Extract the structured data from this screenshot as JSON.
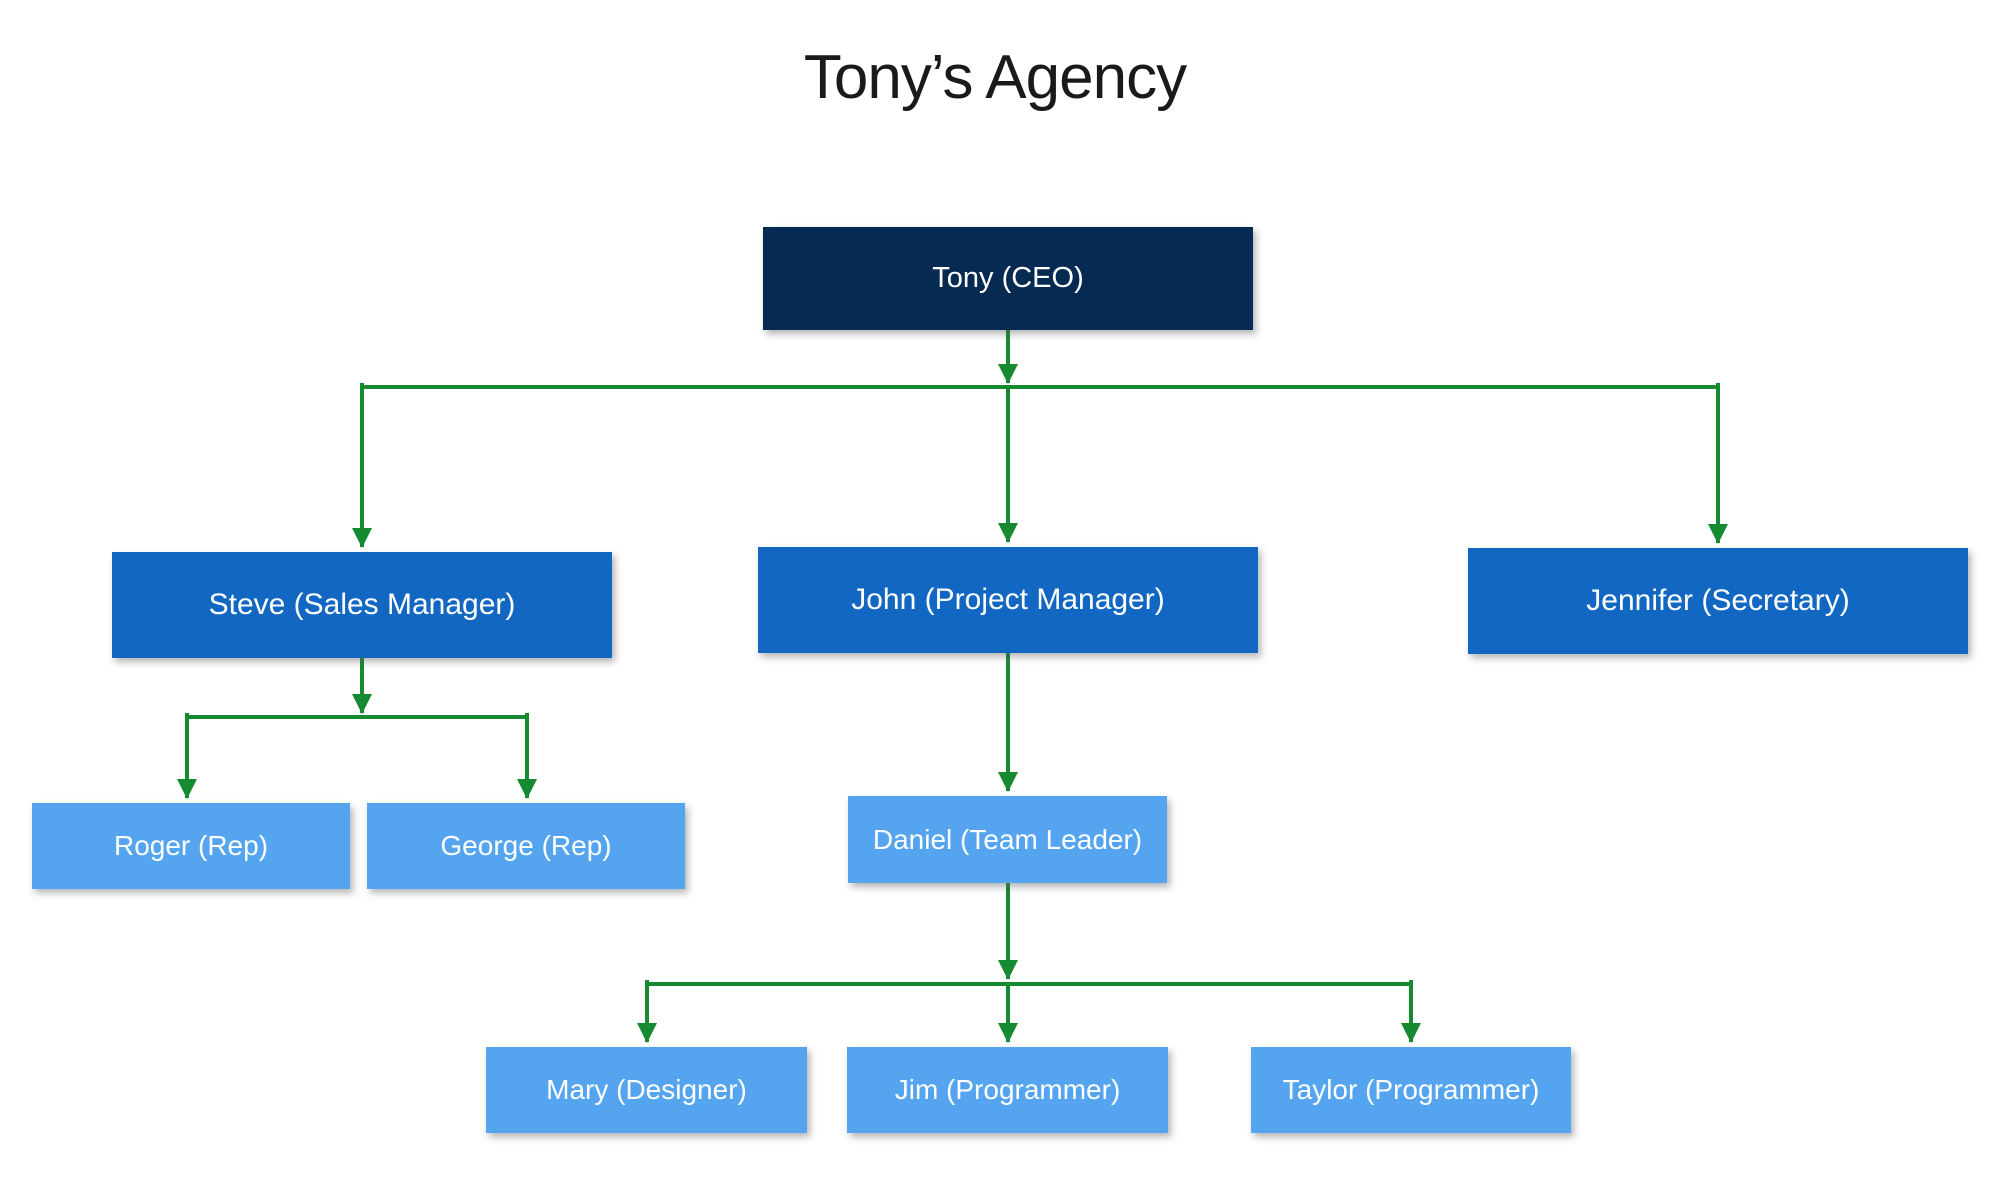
{
  "title": "Tony’s Agency",
  "colors": {
    "level1": "#062a52",
    "level2": "#1267c2",
    "level3": "#55a4ef",
    "connector": "#168a31",
    "title_text": "#1a1a1a",
    "node_text": "#ffffff"
  },
  "nodes": {
    "tony": {
      "label": "Tony (CEO)",
      "name": "Tony",
      "role": "CEO",
      "level": 1
    },
    "steve": {
      "label": "Steve (Sales Manager)",
      "name": "Steve",
      "role": "Sales Manager",
      "level": 2
    },
    "john": {
      "label": "John (Project Manager)",
      "name": "John",
      "role": "Project Manager",
      "level": 2
    },
    "jennifer": {
      "label": "Jennifer (Secretary)",
      "name": "Jennifer",
      "role": "Secretary",
      "level": 2
    },
    "roger": {
      "label": "Roger (Rep)",
      "name": "Roger",
      "role": "Rep",
      "level": 3
    },
    "george": {
      "label": "George (Rep)",
      "name": "George",
      "role": "Rep",
      "level": 3
    },
    "daniel": {
      "label": "Daniel (Team Leader)",
      "name": "Daniel",
      "role": "Team Leader",
      "level": 3
    },
    "mary": {
      "label": "Mary (Designer)",
      "name": "Mary",
      "role": "Designer",
      "level": 4
    },
    "jim": {
      "label": "Jim (Programmer)",
      "name": "Jim",
      "role": "Programmer",
      "level": 4
    },
    "taylor": {
      "label": "Taylor (Programmer)",
      "name": "Taylor",
      "role": "Programmer",
      "level": 4
    }
  },
  "hierarchy": {
    "tony": [
      "steve",
      "john",
      "jennifer"
    ],
    "steve": [
      "roger",
      "george"
    ],
    "john": [
      "daniel"
    ],
    "daniel": [
      "mary",
      "jim",
      "taylor"
    ]
  }
}
